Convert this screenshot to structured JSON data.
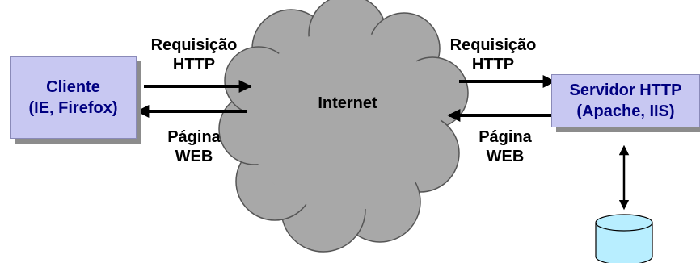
{
  "colors": {
    "box_fill": "#c8c8f2",
    "box_text": "#000080",
    "cloud_fill": "#a8a8a8",
    "database_fill": "#b8eeff"
  },
  "client": {
    "line1": "Cliente",
    "line2": "(IE, Firefox)"
  },
  "server": {
    "line1": "Servidor HTTP",
    "line2": "(Apache, IIS)"
  },
  "cloud": {
    "label": "Internet"
  },
  "left_request": {
    "line1": "Requisição",
    "line2": "HTTP"
  },
  "left_response": {
    "line1": "Página",
    "line2": "WEB"
  },
  "right_request": {
    "line1": "Requisição",
    "line2": "HTTP"
  },
  "right_response": {
    "line1": "Página",
    "line2": "WEB"
  },
  "icons": [
    "internet-cloud",
    "database-icon",
    "arrow-right",
    "arrow-left",
    "double-arrow"
  ]
}
